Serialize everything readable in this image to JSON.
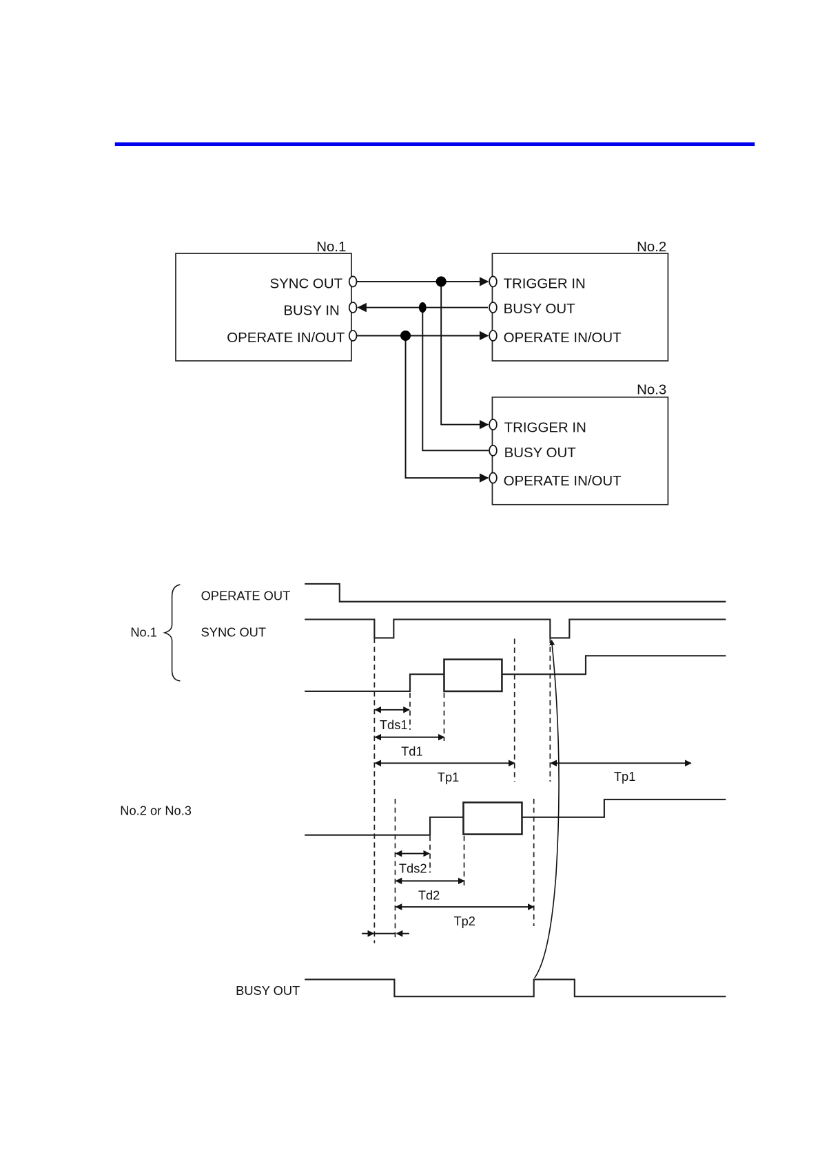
{
  "header": {
    "rule_color": "#0000ee"
  },
  "connection_diagram": {
    "units": [
      {
        "id": "No.1",
        "terminals": [
          "SYNC OUT",
          "BUSY IN",
          "OPERATE IN/OUT"
        ]
      },
      {
        "id": "No.2",
        "terminals": [
          "TRIGGER IN",
          "BUSY OUT",
          "OPERATE IN/OUT"
        ]
      },
      {
        "id": "No.3",
        "terminals": [
          "TRIGGER IN",
          "BUSY OUT",
          "OPERATE IN/OUT"
        ]
      }
    ],
    "connections": [
      {
        "from": "No.1 SYNC OUT",
        "to": [
          "No.2 TRIGGER IN",
          "No.3 TRIGGER IN"
        ]
      },
      {
        "from": "No.2 BUSY OUT / No.3 BUSY OUT",
        "to": [
          "No.1 BUSY IN"
        ]
      },
      {
        "from": "No.1 OPERATE IN/OUT",
        "to": [
          "No.2 OPERATE IN/OUT",
          "No.3 OPERATE IN/OUT"
        ]
      }
    ]
  },
  "timing_diagram": {
    "group_no1": "No.1",
    "group_no23": "No.2 or No.3",
    "signals": {
      "operate_out": "OPERATE OUT",
      "sync_out": "SYNC OUT",
      "busy_out": "BUSY OUT"
    },
    "intervals": {
      "tds1": "Tds1",
      "td1": "Td1",
      "tp1": "Tp1",
      "tp1b": "Tp1",
      "tds2": "Tds2",
      "td2": "Td2",
      "tp2": "Tp2"
    }
  }
}
